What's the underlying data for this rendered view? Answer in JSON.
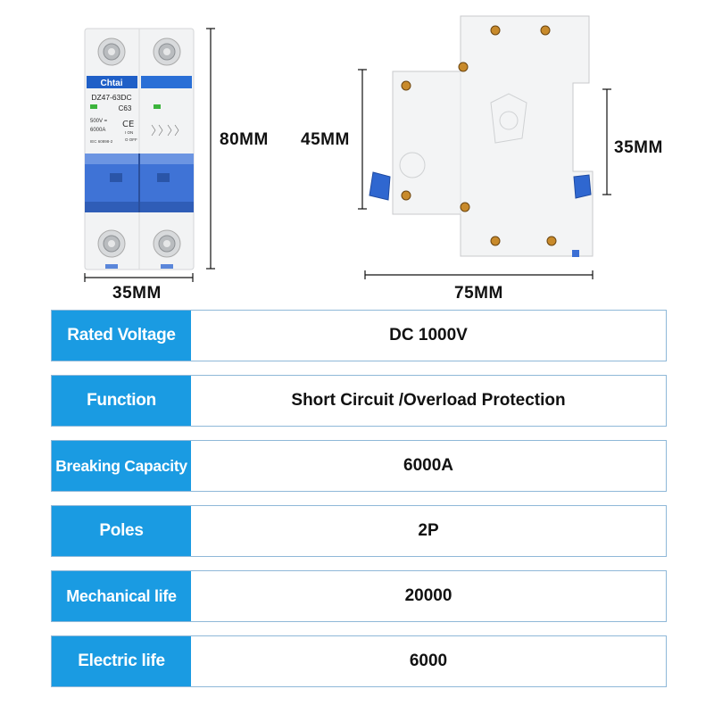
{
  "product": {
    "brand": "Chtai",
    "model": "DZ47-63DC",
    "rating": "C63",
    "voltage_mark": "500V =",
    "capacity_mark": "6000A",
    "standard": "IEC 60898-2",
    "on_label": "I ON",
    "off_label": "O OFF"
  },
  "dimensions": {
    "front_height": "80MM",
    "front_width": "35MM",
    "side_height": "45MM",
    "side_inner_height": "35MM",
    "side_width": "75MM"
  },
  "specs": [
    {
      "label": "Rated Voltage",
      "value": "DC 1000V"
    },
    {
      "label": "Function",
      "value": "Short Circuit /Overload Protection"
    },
    {
      "label": "Breaking Capacity",
      "value": "6000A"
    },
    {
      "label": "Poles",
      "value": "2P"
    },
    {
      "label": "Mechanical life",
      "value": "20000"
    },
    {
      "label": "Electric life",
      "value": "6000"
    }
  ],
  "colors": {
    "label_bg": "#1a9be2",
    "handle_blue": "#3f73d6",
    "border": "#8fb8d8"
  }
}
